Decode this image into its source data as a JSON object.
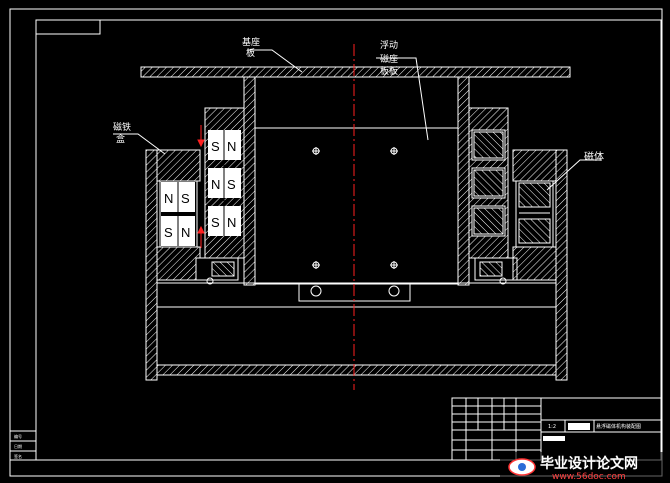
{
  "drawing": {
    "colors": {
      "background": "#000000",
      "line": "#ffffff",
      "centerline": "#ff2020",
      "magnet_body": "#ffffff"
    },
    "labels": {
      "base_plate": "基座\n板",
      "floating_plate": "浮动\n磁座\n板板",
      "magnet_box": "磁铁\n盒",
      "magnet": "磁体"
    },
    "magnet_letters": {
      "left_outer": [
        "N",
        "S",
        "S",
        "N"
      ],
      "left_inner": [
        "S",
        "N",
        "N",
        "S",
        "S",
        "N"
      ]
    },
    "title_block": {
      "title": "悬浮磁体机构装配图",
      "scale": "1:2"
    },
    "side_table": {
      "rows": [
        "编号",
        "日期",
        "签名"
      ]
    }
  },
  "watermark": {
    "text": "毕业设计论文网",
    "url": "www.56doc.com"
  }
}
